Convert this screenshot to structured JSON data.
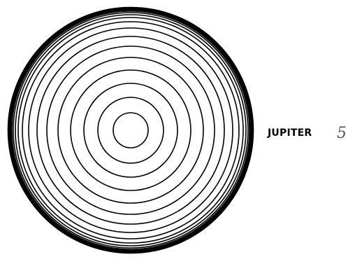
{
  "diagram": {
    "label": "JUPITER",
    "page_mark": "5",
    "ring_count": 17,
    "line_color": "#000000",
    "background_color": "#ffffff"
  }
}
